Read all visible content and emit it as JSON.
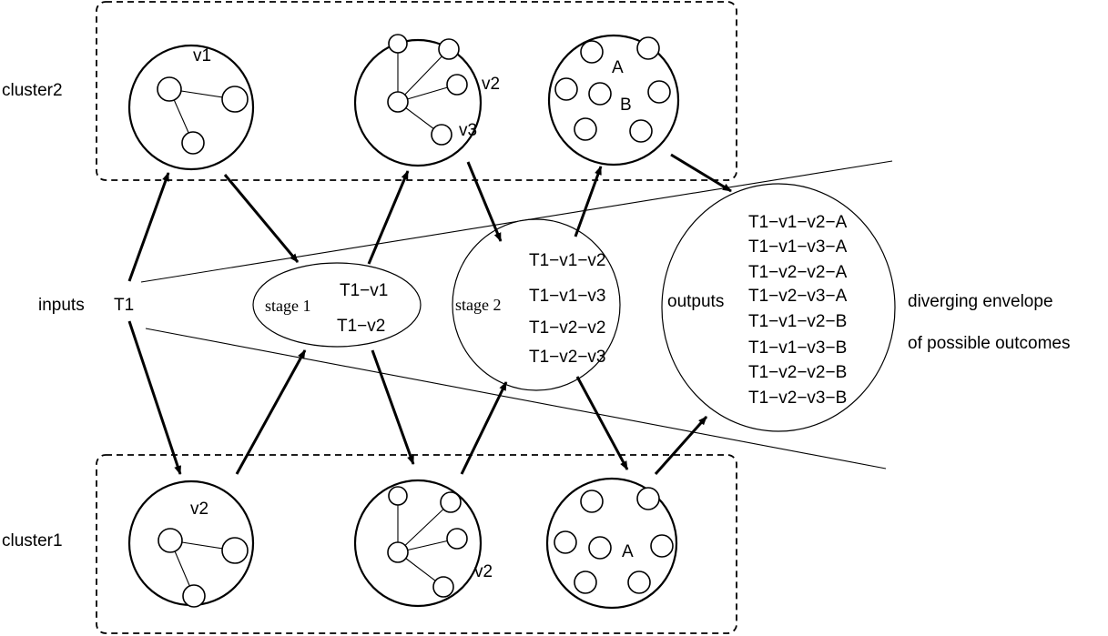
{
  "clusters": {
    "top": "cluster2",
    "bottom": "cluster1"
  },
  "labels": {
    "inputs": "inputs",
    "t1": "T1",
    "stage1": "stage 1",
    "stage2": "stage 2",
    "outputs": "outputs",
    "envelope_line1": "diverging envelope",
    "envelope_line2": "of possible outcomes"
  },
  "top_nodes": {
    "c1_label": "v1",
    "c2_label_a": "v2",
    "c2_label_b": "v3",
    "c3_label_a": "A",
    "c3_label_b": "B"
  },
  "bottom_nodes": {
    "c1_label": "v2",
    "c2_label": "v2",
    "c3_label": "A"
  },
  "stage1_items": [
    "T1−v1",
    "T1−v2"
  ],
  "stage2_items": [
    "T1−v1−v2",
    "T1−v1−v3",
    "T1−v2−v2",
    "T1−v2−v3"
  ],
  "output_items": [
    "T1−v1−v2−A",
    "T1−v1−v3−A",
    "T1−v2−v2−A",
    "T1−v2−v3−A",
    "T1−v1−v2−B",
    "T1−v1−v3−B",
    "T1−v2−v2−B",
    "T1−v2−v3−B"
  ]
}
